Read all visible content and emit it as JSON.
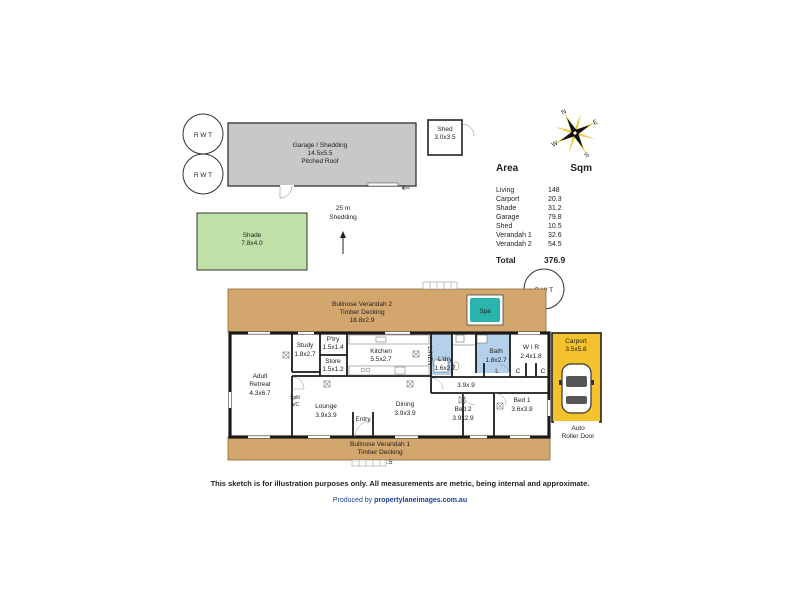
{
  "rwt": [
    "R W T",
    "R W T",
    "R W T"
  ],
  "garage": {
    "title": "Garage / Shedding",
    "dims": "14.5x5.5",
    "note": "Pitched Roof"
  },
  "shed": {
    "title": "Shed",
    "dims": "3.0x3.5"
  },
  "shade": {
    "title": "Shade",
    "dims": "7.8x4.0"
  },
  "distance": {
    "value": "25 m",
    "label": "Shedding"
  },
  "compass": {
    "labels": [
      "N",
      "E",
      "S",
      "W"
    ]
  },
  "area_table": {
    "header_area": "Area",
    "header_sqm": "Sqm",
    "rows": [
      {
        "name": "Living",
        "sqm": "148"
      },
      {
        "name": "Carport",
        "sqm": "20.3"
      },
      {
        "name": "Shade",
        "sqm": "31.2"
      },
      {
        "name": "Garage",
        "sqm": "79.8"
      },
      {
        "name": "Shed",
        "sqm": "10.5"
      },
      {
        "name": "Verandah 1",
        "sqm": "32.6"
      },
      {
        "name": "Verandah 2",
        "sqm": "54.5"
      }
    ],
    "total_label": "Total",
    "total_value": "376.9"
  },
  "verandah2": {
    "title": "Bullnose Verandah 2",
    "sub": "Timber Decking",
    "dims": "18.8x2.9"
  },
  "verandah1": {
    "title": "Bullnose Verandah 1",
    "sub": "Timber Decking",
    "dims": "21.7x1.5"
  },
  "spa": "Spa",
  "carport": {
    "title": "Carport",
    "dims": "3.5x5.8",
    "door1": "Auto",
    "door2": "Roller Door"
  },
  "rooms": {
    "study": {
      "name": "Study",
      "dims": "1.8x2.7"
    },
    "pantry": {
      "name": "P'try",
      "dims": "1.5x1.4"
    },
    "store": {
      "name": "Store",
      "dims": "1.5x1.2"
    },
    "kitchen": {
      "name": "Kitchen",
      "dims": "5.5x2.7"
    },
    "linen": "LINEN",
    "laundry": {
      "name": "L'dry",
      "dims": "1.6x2.7"
    },
    "bath": {
      "name": "Bath",
      "dims": "1.8x2.7"
    },
    "wir": {
      "name": "W I R",
      "dims": "2.4x1.8"
    },
    "adult": {
      "name1": "Adult",
      "name2": "Retreat",
      "dims": "4.3x6.7"
    },
    "split": {
      "l1": "Split",
      "l2": "A/C"
    },
    "lounge": {
      "name": "Lounge",
      "dims": "3.9x3.9"
    },
    "dining": {
      "name": "Dining",
      "dims": "3.9x3.9"
    },
    "entry": "Entry",
    "hall_dims": "3.9x.9",
    "bed2": {
      "name": "Bed 2",
      "dims": "3.9x2.9"
    },
    "bed1": {
      "name": "Bed 1",
      "dims": "3.6x3.9"
    },
    "cupboard": "C",
    "toilet": "L"
  },
  "disclaimer": "This sketch is for illustration purposes only. All measurements are metric, being internal and approximate.",
  "producer": {
    "prefix": "Produced by ",
    "site": "propertylaneimages.com.au"
  },
  "colors": {
    "shed_fill": "#c8c8c8",
    "green_fill": "#bfe0a6",
    "deck_fill": "#d3a66d",
    "wet_fill": "#b4d0ea",
    "spa_fill": "#2ab5ac",
    "carport_fill": "#f4c22c",
    "wall": "#1a1a1a"
  }
}
